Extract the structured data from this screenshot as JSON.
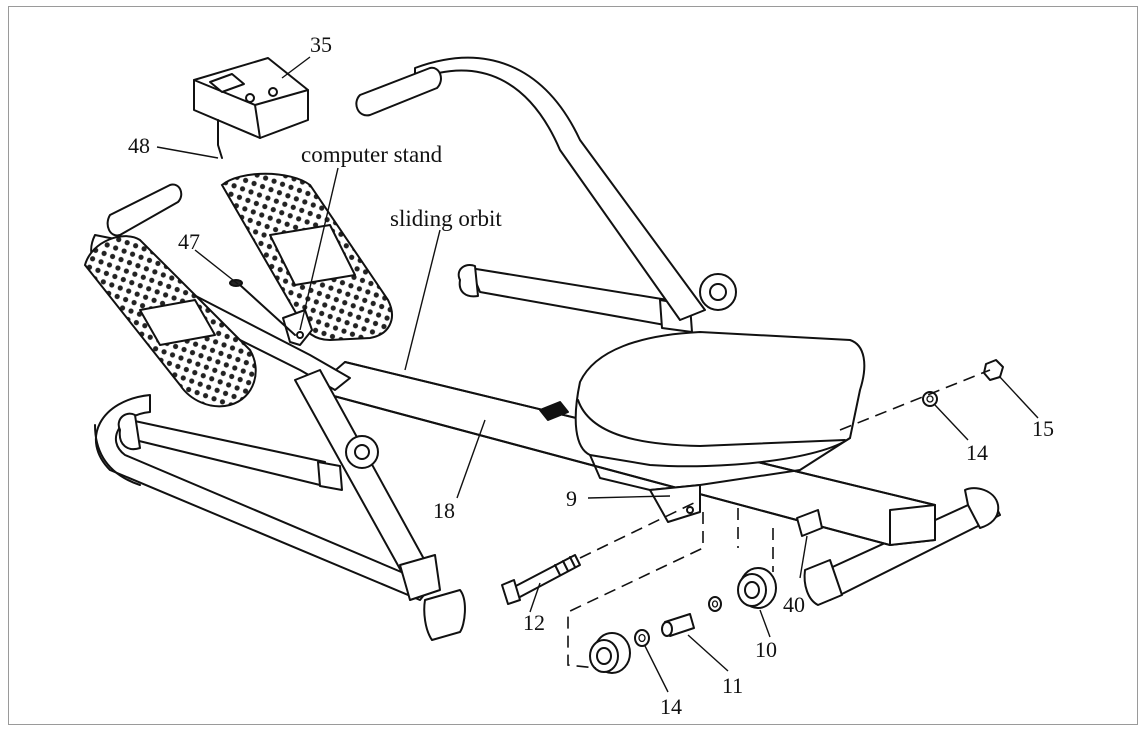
{
  "labels": {
    "computer": "35",
    "sensor_wire": "48",
    "computer_stand_text": "computer stand",
    "part_47": "47",
    "sliding_orbit_text": "sliding orbit",
    "rail": "18",
    "seat_bracket": "9",
    "bolt": "12",
    "washer_left": "14",
    "bushing": "11",
    "wheel": "10",
    "end_cap": "40",
    "washer_right": "14",
    "nut": "15"
  }
}
